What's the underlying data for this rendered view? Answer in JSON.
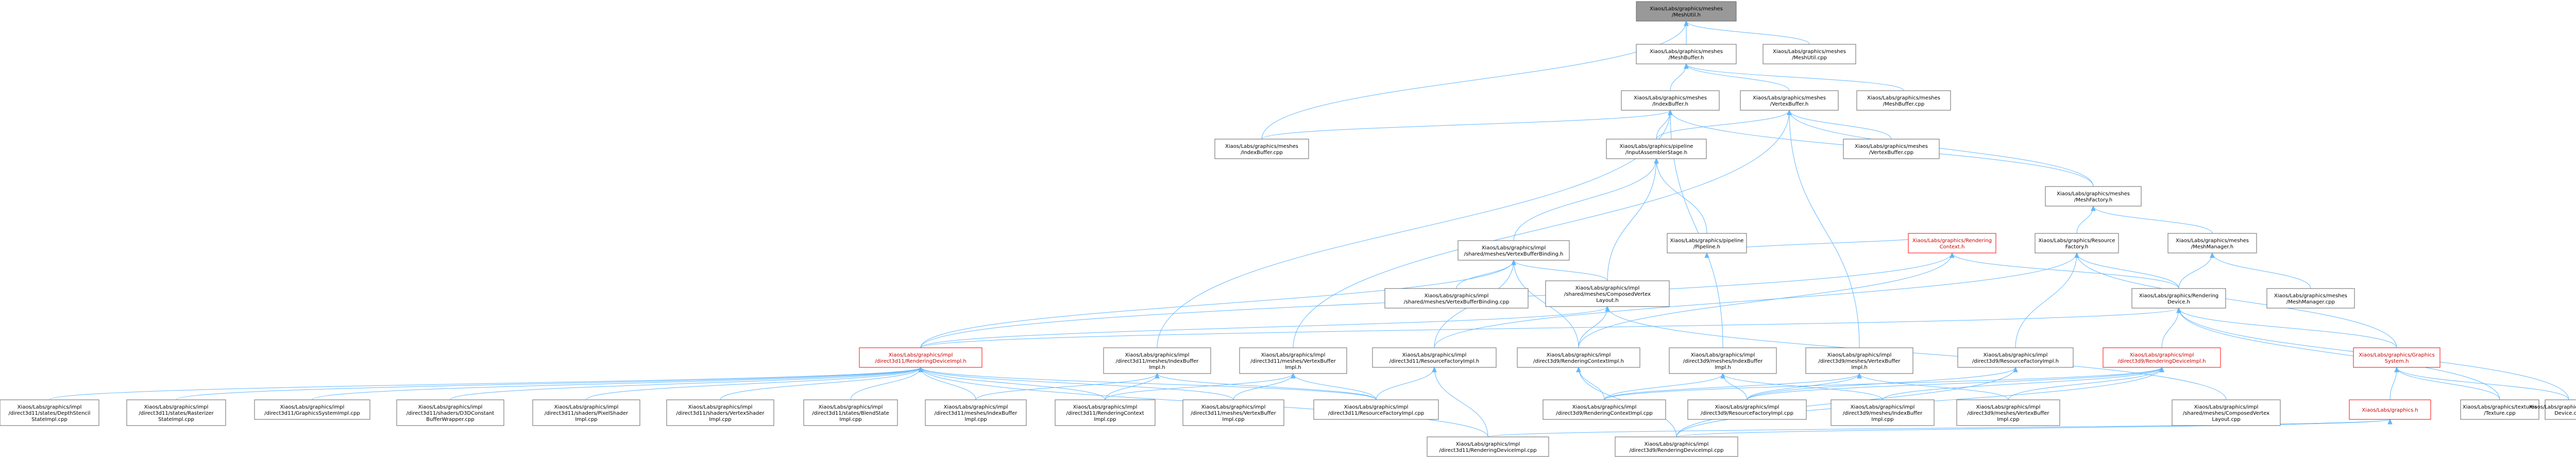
{
  "nodes": [
    {
      "id": "n0",
      "lines": [
        "Xiaos/Labs/graphics/meshes",
        "/MeshUtil.h"
      ],
      "style": "root"
    },
    {
      "id": "n1",
      "lines": [
        "Xiaos/Labs/graphics/meshes",
        "/MeshBuffer.h"
      ]
    },
    {
      "id": "n2",
      "lines": [
        "Xiaos/Labs/graphics/meshes",
        "/MeshUtil.cpp"
      ]
    },
    {
      "id": "n3",
      "lines": [
        "Xiaos/Labs/graphics/meshes",
        "/IndexBuffer.h"
      ]
    },
    {
      "id": "n4",
      "lines": [
        "Xiaos/Labs/graphics/meshes",
        "/VertexBuffer.h"
      ]
    },
    {
      "id": "n5",
      "lines": [
        "Xiaos/Labs/graphics/meshes",
        "/MeshBuffer.cpp"
      ]
    },
    {
      "id": "n6",
      "lines": [
        "Xiaos/Labs/graphics/meshes",
        "/IndexBuffer.cpp"
      ]
    },
    {
      "id": "n7",
      "lines": [
        "Xiaos/Labs/graphics/pipeline",
        "/InputAssemblerStage.h"
      ]
    },
    {
      "id": "n8",
      "lines": [
        "Xiaos/Labs/graphics/meshes",
        "/VertexBuffer.cpp"
      ]
    },
    {
      "id": "n9",
      "lines": [
        "Xiaos/Labs/graphics/meshes",
        "/MeshFactory.h"
      ]
    },
    {
      "id": "n10",
      "lines": [
        "Xiaos/Labs/graphics/pipeline",
        "/Pipeline.h"
      ]
    },
    {
      "id": "n11",
      "lines": [
        "Xiaos/Labs/graphics/Rendering",
        "Context.h"
      ],
      "style": "red"
    },
    {
      "id": "n12",
      "lines": [
        "Xiaos/Labs/graphics/Resource",
        "Factory.h"
      ]
    },
    {
      "id": "n13",
      "lines": [
        "Xiaos/Labs/graphics/meshes",
        "/MeshManager.h"
      ]
    },
    {
      "id": "n14",
      "lines": [
        "Xiaos/Labs/graphics/impl",
        "/shared/meshes/VertexBufferBinding.h"
      ]
    },
    {
      "id": "n15",
      "lines": [
        "Xiaos/Labs/graphics/impl",
        "/shared/meshes/VertexBufferBinding.cpp"
      ]
    },
    {
      "id": "n16",
      "lines": [
        "Xiaos/Labs/graphics/impl",
        "/shared/meshes/ComposedVertex",
        "Layout.h"
      ]
    },
    {
      "id": "n17",
      "lines": [
        "Xiaos/Labs/graphics/Rendering",
        "Device.h"
      ]
    },
    {
      "id": "n18",
      "lines": [
        "Xiaos/Labs/graphics/meshes",
        "/MeshManager.cpp"
      ]
    },
    {
      "id": "n19",
      "lines": [
        "Xiaos/Labs/graphics/impl",
        "/direct3d11/RenderingDeviceImpl.h"
      ],
      "style": "red"
    },
    {
      "id": "n20",
      "lines": [
        "Xiaos/Labs/graphics/impl",
        "/direct3d11/meshes/IndexBuffer",
        "Impl.h"
      ]
    },
    {
      "id": "n21",
      "lines": [
        "Xiaos/Labs/graphics/impl",
        "/direct3d11/meshes/VertexBuffer",
        "Impl.h"
      ]
    },
    {
      "id": "n22",
      "lines": [
        "Xiaos/Labs/graphics/impl",
        "/direct3d11/ResourceFactoryImpl.h"
      ]
    },
    {
      "id": "n23",
      "lines": [
        "Xiaos/Labs/graphics/impl",
        "/direct3d9/RenderingContextImpl.h"
      ]
    },
    {
      "id": "n24",
      "lines": [
        "Xiaos/Labs/graphics/impl",
        "/direct3d9/meshes/IndexBuffer",
        "Impl.h"
      ]
    },
    {
      "id": "n25",
      "lines": [
        "Xiaos/Labs/graphics/impl",
        "/direct3d9/meshes/VertexBuffer",
        "Impl.h"
      ]
    },
    {
      "id": "n26",
      "lines": [
        "Xiaos/Labs/graphics/impl",
        "/direct3d9/ResourceFactoryImpl.h"
      ]
    },
    {
      "id": "n27",
      "lines": [
        "Xiaos/Labs/graphics/impl",
        "/direct3d9/RenderingDeviceImpl.h"
      ],
      "style": "red"
    },
    {
      "id": "n28",
      "lines": [
        "Xiaos/Labs/graphics/Graphics",
        "System.h"
      ],
      "style": "red"
    },
    {
      "id": "n29",
      "lines": [
        "Xiaos/Labs/graphics/impl",
        "/direct3d11/states/DepthStencil",
        "StateImpl.cpp"
      ]
    },
    {
      "id": "n30",
      "lines": [
        "Xiaos/Labs/graphics/impl",
        "/direct3d11/states/Rasterizer",
        "StateImpl.cpp"
      ]
    },
    {
      "id": "n31",
      "lines": [
        "Xiaos/Labs/graphics/impl",
        "/direct3d11/GraphicsSystemImpl.cpp"
      ]
    },
    {
      "id": "n32",
      "lines": [
        "Xiaos/Labs/graphics/impl",
        "/direct3d11/shaders/D3DConstant",
        "BufferWrapper.cpp"
      ]
    },
    {
      "id": "n33",
      "lines": [
        "Xiaos/Labs/graphics/impl",
        "/direct3d11/shaders/PixelShader",
        "Impl.cpp"
      ]
    },
    {
      "id": "n34",
      "lines": [
        "Xiaos/Labs/graphics/impl",
        "/direct3d11/shaders/VertexShader",
        "Impl.cpp"
      ]
    },
    {
      "id": "n35",
      "lines": [
        "Xiaos/Labs/graphics/impl",
        "/direct3d11/states/BlendState",
        "Impl.cpp"
      ]
    },
    {
      "id": "n36",
      "lines": [
        "Xiaos/Labs/graphics/impl",
        "/direct3d11/meshes/IndexBuffer",
        "Impl.cpp"
      ]
    },
    {
      "id": "n37",
      "lines": [
        "Xiaos/Labs/graphics/impl",
        "/direct3d11/RenderingContext",
        "Impl.cpp"
      ]
    },
    {
      "id": "n38",
      "lines": [
        "Xiaos/Labs/graphics/impl",
        "/direct3d11/meshes/VertexBuffer",
        "Impl.cpp"
      ]
    },
    {
      "id": "n39",
      "lines": [
        "Xiaos/Labs/graphics/impl",
        "/direct3d11/ResourceFactoryImpl.cpp"
      ]
    },
    {
      "id": "n40",
      "lines": [
        "Xiaos/Labs/graphics/impl",
        "/direct3d9/RenderingContextImpl.cpp"
      ]
    },
    {
      "id": "n41",
      "lines": [
        "Xiaos/Labs/graphics/impl",
        "/direct3d9/ResourceFactoryImpl.cpp"
      ]
    },
    {
      "id": "n42",
      "lines": [
        "Xiaos/Labs/graphics/impl",
        "/direct3d9/meshes/IndexBuffer",
        "Impl.cpp"
      ]
    },
    {
      "id": "n43",
      "lines": [
        "Xiaos/Labs/graphics/impl",
        "/direct3d9/meshes/VertexBuffer",
        "Impl.cpp"
      ]
    },
    {
      "id": "n44",
      "lines": [
        "Xiaos/Labs/graphics/impl",
        "/shared/meshes/ComposedVertex",
        "Layout.cpp"
      ]
    },
    {
      "id": "n45",
      "lines": [
        "Xiaos/Labs/graphics.h"
      ],
      "style": "red"
    },
    {
      "id": "n46",
      "lines": [
        "Xiaos/Labs/graphics/textures",
        "/Texture.cpp"
      ]
    },
    {
      "id": "n47",
      "lines": [
        "Xiaos/Labs/graphics/Rendering",
        "Device.cpp"
      ]
    },
    {
      "id": "n48",
      "lines": [
        "Xiaos/Labs/graphics/impl",
        "/direct3d11/RenderingDeviceImpl.cpp"
      ]
    },
    {
      "id": "n49",
      "lines": [
        "Xiaos/Labs/graphics/impl",
        "/direct3d9/RenderingDeviceImpl.cpp"
      ]
    }
  ],
  "edges": [
    [
      "n0",
      "n1"
    ],
    [
      "n0",
      "n2"
    ],
    [
      "n0",
      "n6"
    ],
    [
      "n1",
      "n3"
    ],
    [
      "n1",
      "n4"
    ],
    [
      "n1",
      "n5"
    ],
    [
      "n3",
      "n6"
    ],
    [
      "n3",
      "n7"
    ],
    [
      "n3",
      "n9"
    ],
    [
      "n3",
      "n20"
    ],
    [
      "n3",
      "n24"
    ],
    [
      "n4",
      "n7"
    ],
    [
      "n4",
      "n8"
    ],
    [
      "n4",
      "n9"
    ],
    [
      "n4",
      "n21"
    ],
    [
      "n4",
      "n25"
    ],
    [
      "n7",
      "n10"
    ],
    [
      "n7",
      "n14"
    ],
    [
      "n7",
      "n16"
    ],
    [
      "n9",
      "n12"
    ],
    [
      "n9",
      "n13"
    ],
    [
      "n10",
      "n11"
    ],
    [
      "n11",
      "n19"
    ],
    [
      "n11",
      "n23"
    ],
    [
      "n11",
      "n17"
    ],
    [
      "n12",
      "n17"
    ],
    [
      "n12",
      "n22"
    ],
    [
      "n12",
      "n26"
    ],
    [
      "n12",
      "n28"
    ],
    [
      "n13",
      "n17"
    ],
    [
      "n13",
      "n18"
    ],
    [
      "n14",
      "n15"
    ],
    [
      "n14",
      "n16"
    ],
    [
      "n14",
      "n19"
    ],
    [
      "n14",
      "n22"
    ],
    [
      "n14",
      "n23"
    ],
    [
      "n16",
      "n19"
    ],
    [
      "n16",
      "n23"
    ],
    [
      "n16",
      "n44"
    ],
    [
      "n17",
      "n19"
    ],
    [
      "n17",
      "n27"
    ],
    [
      "n17",
      "n28"
    ],
    [
      "n17",
      "n46"
    ],
    [
      "n17",
      "n47"
    ],
    [
      "n19",
      "n29"
    ],
    [
      "n19",
      "n30"
    ],
    [
      "n19",
      "n31"
    ],
    [
      "n19",
      "n32"
    ],
    [
      "n19",
      "n33"
    ],
    [
      "n19",
      "n34"
    ],
    [
      "n19",
      "n35"
    ],
    [
      "n19",
      "n36"
    ],
    [
      "n19",
      "n37"
    ],
    [
      "n19",
      "n38"
    ],
    [
      "n19",
      "n39"
    ],
    [
      "n19",
      "n48"
    ],
    [
      "n20",
      "n36"
    ],
    [
      "n20",
      "n37"
    ],
    [
      "n20",
      "n39"
    ],
    [
      "n21",
      "n37"
    ],
    [
      "n21",
      "n38"
    ],
    [
      "n21",
      "n39"
    ],
    [
      "n22",
      "n39"
    ],
    [
      "n22",
      "n48"
    ],
    [
      "n23",
      "n40"
    ],
    [
      "n23",
      "n49"
    ],
    [
      "n24",
      "n40"
    ],
    [
      "n24",
      "n41"
    ],
    [
      "n24",
      "n42"
    ],
    [
      "n25",
      "n40"
    ],
    [
      "n25",
      "n41"
    ],
    [
      "n25",
      "n43"
    ],
    [
      "n26",
      "n41"
    ],
    [
      "n26",
      "n49"
    ],
    [
      "n27",
      "n40"
    ],
    [
      "n27",
      "n41"
    ],
    [
      "n27",
      "n42"
    ],
    [
      "n27",
      "n43"
    ],
    [
      "n27",
      "n49"
    ],
    [
      "n28",
      "n45"
    ],
    [
      "n28",
      "n46"
    ],
    [
      "n28",
      "n47"
    ],
    [
      "n45",
      "n48"
    ],
    [
      "n45",
      "n49"
    ]
  ]
}
